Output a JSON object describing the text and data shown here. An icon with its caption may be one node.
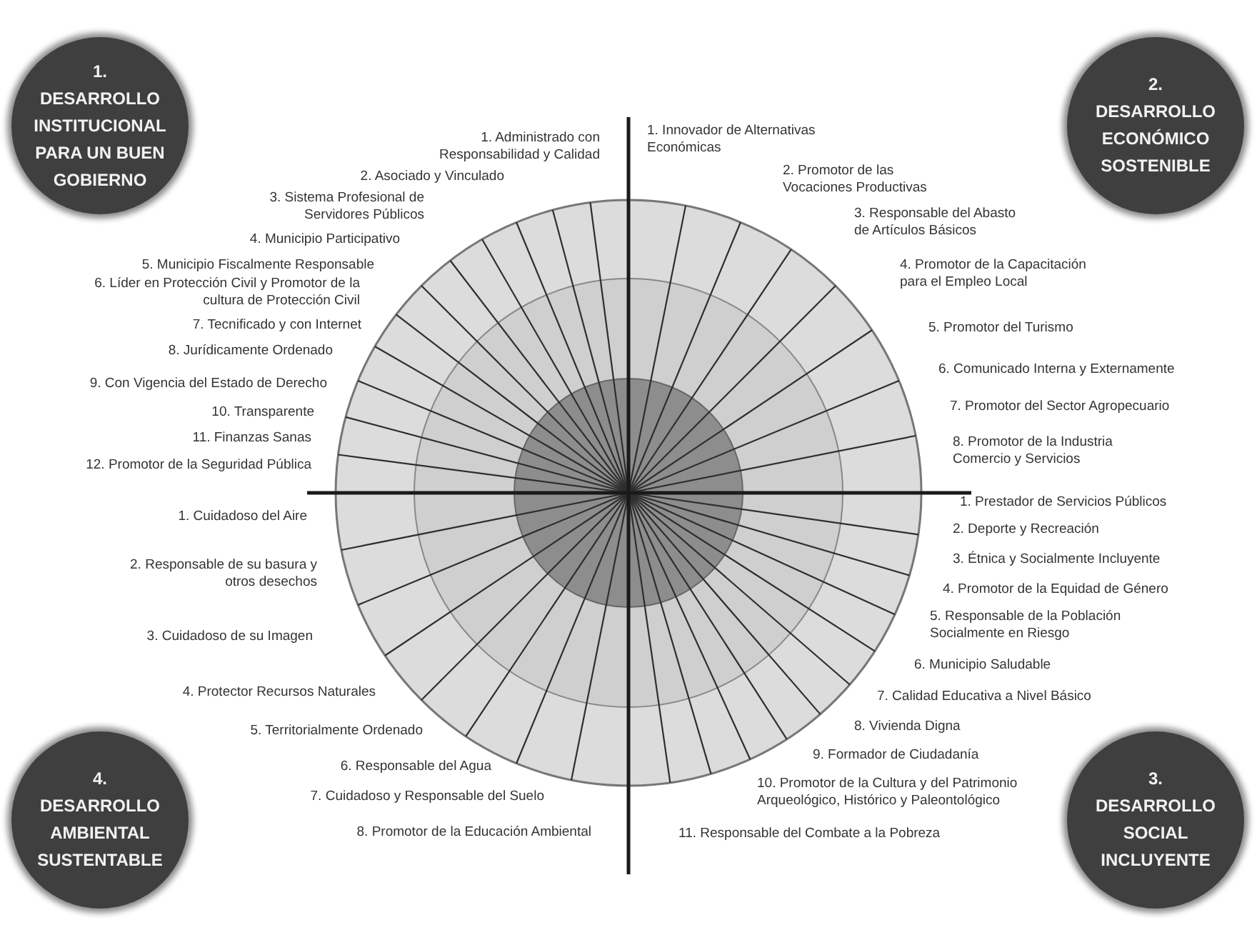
{
  "diagram": {
    "nodes": [
      {
        "text": [
          "1.",
          "DESARROLLO INSTITUCIONAL PARA UN BUEN GOBIERNO"
        ]
      },
      {
        "text": [
          "2.",
          "DESARROLLO ECONÓMICO SOSTENIBLE"
        ]
      },
      {
        "text": [
          "3.",
          "DESARROLLO SOCIAL INCLUYENTE"
        ]
      },
      {
        "text": [
          "4.",
          "DESARROLLO AMBIENTAL SUSTENTABLE"
        ]
      }
    ],
    "edges": [],
    "labels": [
      "1. Administrado con Responsabilidad y Calidad",
      "2. Asociado y Vinculado",
      "3. Sistema Profesional de Servidores Públicos",
      "4. Municipio Participativo",
      "5. Municipio Fiscalmente Responsable",
      "6. Líder en Protección Civil y Promotor de la cultura de Protección Civil",
      "7. Tecnificado y con Internet",
      "8. Jurídicamente Ordenado",
      "9. Con Vigencia del Estado de Derecho",
      "10. Transparente",
      "11. Finanzas Sanas",
      "12. Promotor de la Seguridad Pública",
      "1. Innovador de Alternativas Económicas",
      "2. Promotor de las Vocaciones Productivas",
      "3. Responsable del Abasto de Artículos Básicos",
      "4. Promotor de la Capacitación para el Empleo Local",
      "5. Promotor del Turismo",
      "6. Comunicado Interna y Externamente",
      "7. Promotor del Sector Agropecuario",
      "8. Promotor de la Industria Comercio y Servicios",
      "1. Prestador de Servicios Públicos",
      "2. Deporte y Recreación",
      "3. Étnica y Socialmente Incluyente",
      "4. Promotor de la Equidad de Género",
      "5. Responsable de la Población Socialmente en Riesgo",
      "6. Municipio Saludable",
      "7. Calidad Educativa a Nivel Básico",
      "8. Vivienda Digna",
      "9. Formador de Ciudadanía",
      "10. Promotor de la Cultura y del Patrimonio Arqueológico, Histórico y Paleontológico",
      "11. Responsable del Combate a la Pobreza",
      "1. Cuidadoso del Aire",
      "2. Responsable de su basura y otros desechos",
      "3. Cuidadoso de su Imagen",
      "4. Protector Recursos Naturales",
      "5. Territorialmente Ordenado",
      "6. Responsable del Agua",
      "7. Cuidadoso y Responsable del Suelo",
      "8. Promotor de la Educación Ambiental"
    ]
  }
}
